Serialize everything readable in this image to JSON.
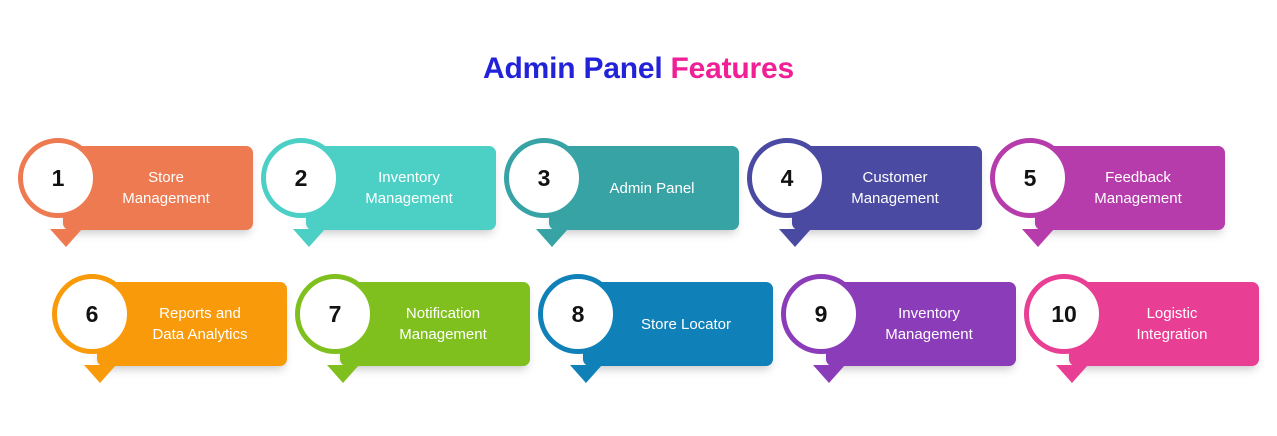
{
  "title": {
    "primary": "Admin Panel",
    "accent": "Features"
  },
  "rows": [
    {
      "name": "feature-row-1",
      "cards": [
        {
          "number": "1",
          "line1": "Store",
          "line2": "Management",
          "color": "#ee7a52"
        },
        {
          "number": "2",
          "line1": "Inventory",
          "line2": "Management",
          "color": "#4ccfc5"
        },
        {
          "number": "3",
          "line1": "Admin Panel",
          "line2": "",
          "color": "#38a3a4"
        },
        {
          "number": "4",
          "line1": "Customer",
          "line2": "Management",
          "color": "#4a4aa3"
        },
        {
          "number": "5",
          "line1": "Feedback",
          "line2": "Management",
          "color": "#b63bab"
        }
      ]
    },
    {
      "name": "feature-row-2",
      "cards": [
        {
          "number": "6",
          "line1": "Reports and",
          "line2": "Data Analytics",
          "color": "#f99a0b"
        },
        {
          "number": "7",
          "line1": "Notification",
          "line2": "Management",
          "color": "#80c01e"
        },
        {
          "number": "8",
          "line1": "Store Locator",
          "line2": "",
          "color": "#0f80b8"
        },
        {
          "number": "9",
          "line1": "Inventory",
          "line2": "Management",
          "color": "#8b3cb9"
        },
        {
          "number": "10",
          "line1": "Logistic",
          "line2": "Integration",
          "color": "#e83f94"
        }
      ]
    }
  ]
}
